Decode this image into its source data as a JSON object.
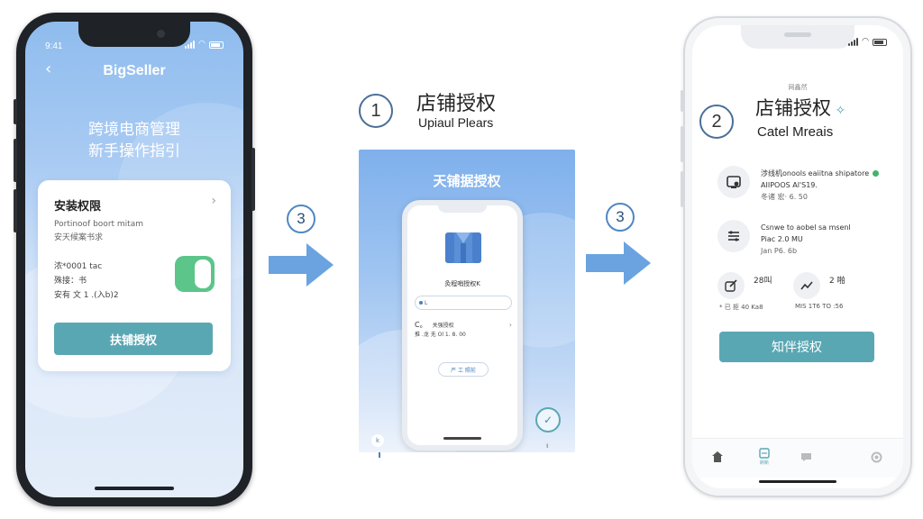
{
  "colors": {
    "accent_teal": "#5aa7b4",
    "blue_bg": "#8fbcee",
    "arrow_blue": "#6aa3e0",
    "toggle_green": "#5cc58a"
  },
  "left_phone": {
    "time": "9:41",
    "brand": "BigSeller",
    "title_line1": "跨境电商管理",
    "title_line2": "新手操作指引",
    "card": {
      "title": "安装权限",
      "sub_line1": "Portinoof boort mitam",
      "sub_line2": "安天候案书求",
      "info_line1": "浓*0001 tac",
      "info_line2": "殊接：书",
      "info_line3": "安有 文 1 .(入b)2",
      "button_label": "扶铺授权"
    }
  },
  "arrow_left": {
    "step": "3"
  },
  "middle": {
    "step": "1",
    "heading": "店铺授权",
    "subheading": "Upiaul Plears",
    "panel_title": "天铺据授权",
    "logo_caption": "灸程哨授权K",
    "search_text": "L",
    "row_label": "C。",
    "row_title": "关强授权",
    "row_detail": "推 .龙 无 Ol 1. 8. 00",
    "pill_label": "严 工 照前",
    "corner_left": "k"
  },
  "arrow_right": {
    "step": "3"
  },
  "right_phone": {
    "step": "2",
    "tiny_label": "网鑫然",
    "title": "店铺授权",
    "sub": "Catel Mreais",
    "items": [
      {
        "line1": "涉线机onools eaiitna shipatore",
        "line2": "AIIPOOS Al'S19.",
        "line3": "冬诸 宏· 6. 50"
      },
      {
        "line1": "Csnwe to aobel sa msenl",
        "line2": "Piac 2.0 MU",
        "line3": "Jan P6. 6b"
      }
    ],
    "mini": [
      {
        "value": "28叫",
        "label": "* 已 拒 40 Ka8"
      },
      {
        "value": "2 啪",
        "label": "MIS 1T6 TO :56"
      }
    ],
    "button_label": "知伴授权",
    "tab_active_label": "刷新"
  }
}
